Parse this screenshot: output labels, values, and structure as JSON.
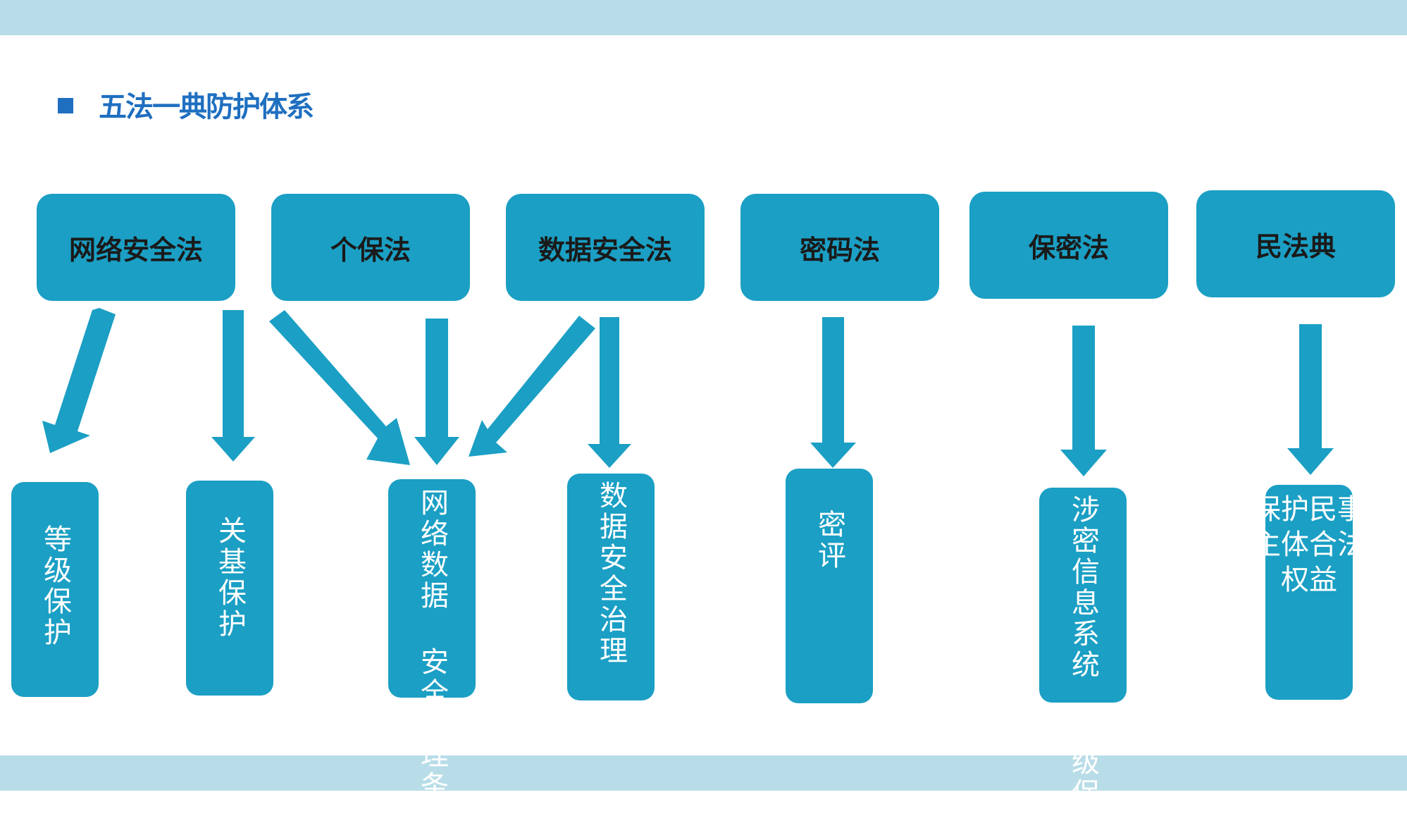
{
  "title": "五法一典防护体系",
  "colors": {
    "box": "#1b9fc4",
    "band": "#b8dde8",
    "title": "#1f6fc0"
  },
  "laws": [
    {
      "label": "网络安全法"
    },
    {
      "label": "个保法"
    },
    {
      "label": "数据安全法"
    },
    {
      "label": "密码法"
    },
    {
      "label": "保密法"
    },
    {
      "label": "民法典"
    }
  ],
  "targets": [
    {
      "columns": [
        "等级保护"
      ]
    },
    {
      "columns": [
        "关基保护"
      ]
    },
    {
      "columns": [
        "网络数据",
        "安全管理条例"
      ]
    },
    {
      "columns": [
        "数据安全治理"
      ]
    },
    {
      "columns": [
        "密评"
      ]
    },
    {
      "columns": [
        "涉密信息系统",
        "分级保护"
      ]
    },
    {
      "columns": [
        "保护民事",
        "主体合法",
        "权益"
      ]
    }
  ],
  "arrows": [
    {
      "from": "law:0",
      "to": "target:0"
    },
    {
      "from": "law:0",
      "to": "target:1"
    },
    {
      "from": "law:0",
      "to": "target:2"
    },
    {
      "from": "law:1",
      "to": "target:2"
    },
    {
      "from": "law:2",
      "to": "target:2"
    },
    {
      "from": "law:2",
      "to": "target:3"
    },
    {
      "from": "law:3",
      "to": "target:4"
    },
    {
      "from": "law:4",
      "to": "target:5"
    },
    {
      "from": "law:5",
      "to": "target:6"
    }
  ]
}
